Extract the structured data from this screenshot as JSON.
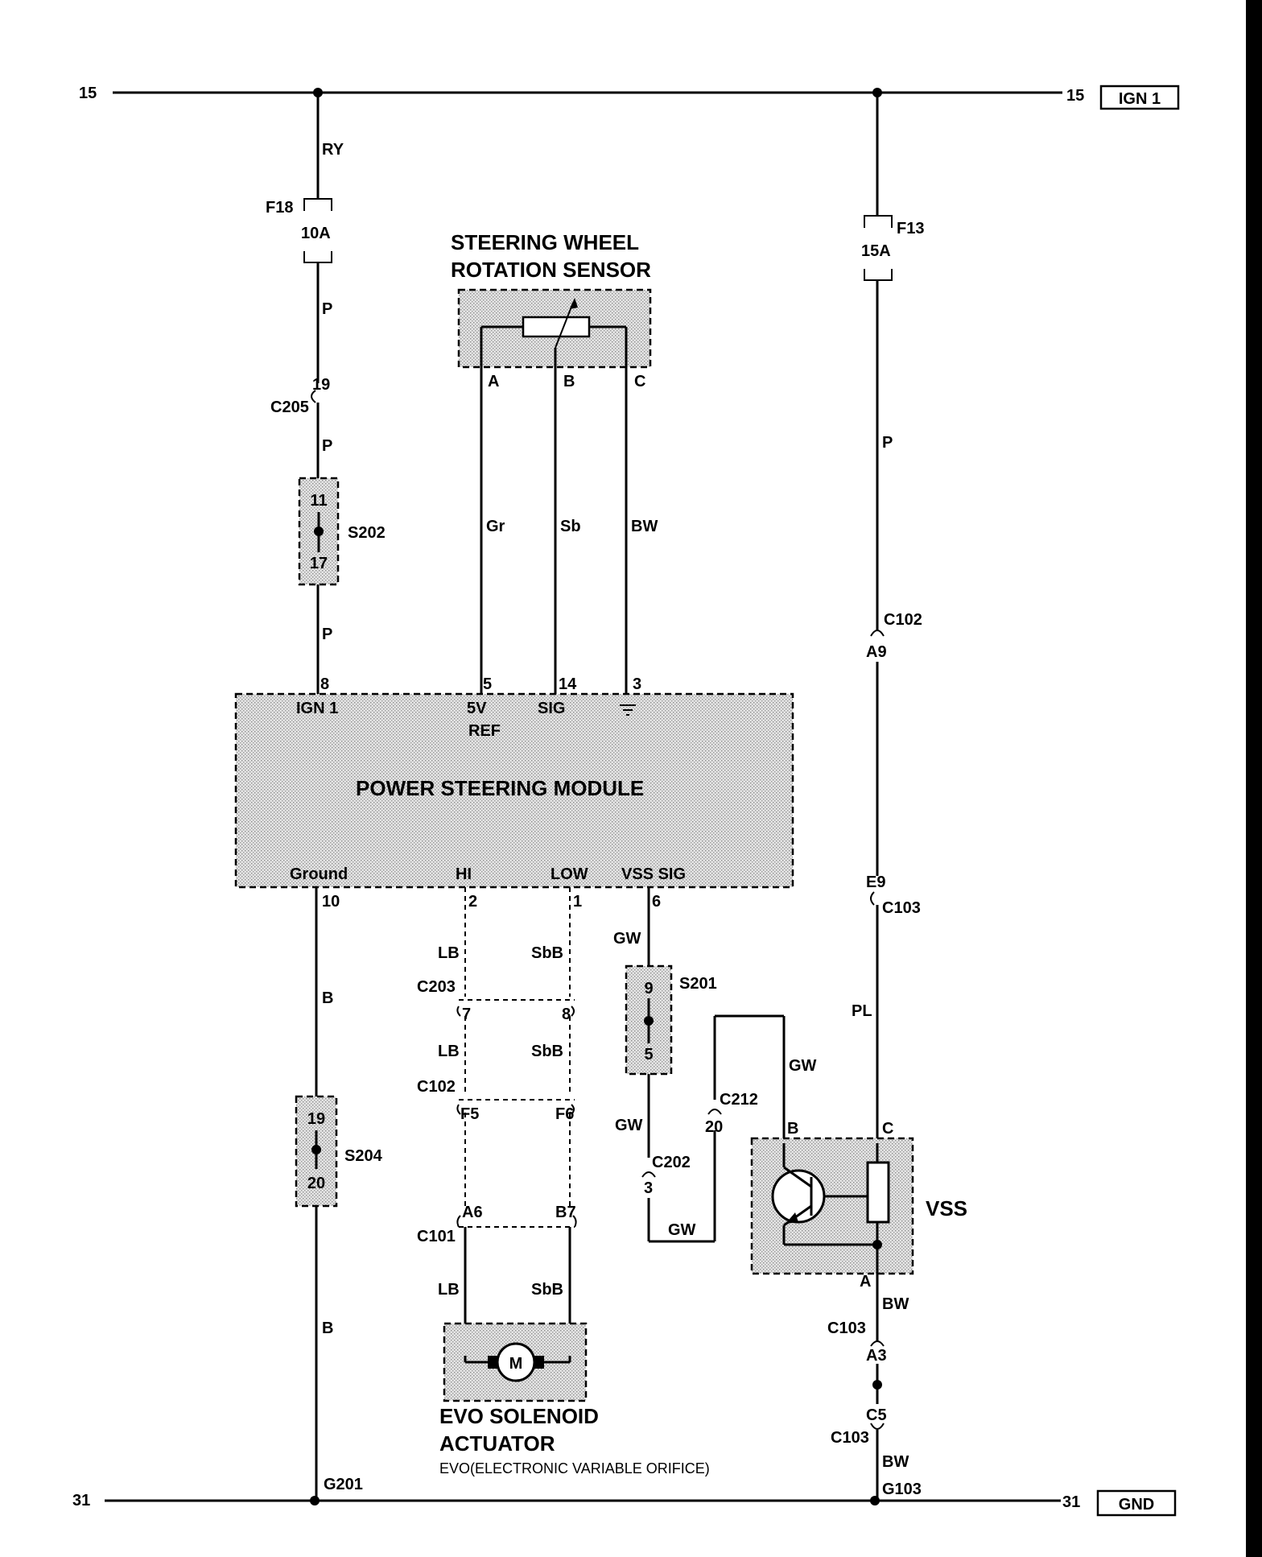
{
  "rails": {
    "top_left": "15",
    "top_right": "15",
    "top_box": "IGN 1",
    "bottom_left": "31",
    "bottom_right": "31",
    "bottom_box": "GND"
  },
  "left_branch": {
    "wire_ry": "RY",
    "fuse_name": "F18",
    "fuse_rating": "10A",
    "wire_p1": "P",
    "conn_pin": "19",
    "conn_name": "C205",
    "wire_p2": "P",
    "splice_top": "11",
    "splice_bottom": "17",
    "splice_name": "S202",
    "wire_p3": "P"
  },
  "right_branch": {
    "fuse_name": "F13",
    "fuse_rating": "15A",
    "wire_p": "P",
    "conn_c102": "C102",
    "conn_a9": "A9",
    "conn_e9": "E9",
    "conn_c103": "C103",
    "wire_pl": "PL"
  },
  "sensor": {
    "title_line1": "STEERING WHEEL",
    "title_line2": "ROTATION SENSOR",
    "pin_a": "A",
    "pin_b": "B",
    "pin_c": "C",
    "wire_a": "Gr",
    "wire_b": "Sb",
    "wire_c": "BW"
  },
  "module": {
    "title": "POWER STEERING MODULE",
    "pin_ign_num": "8",
    "pin_ign_label": "IGN 1",
    "pin_5v_num": "5",
    "pin_5v_label": "5V",
    "pin_ref_label": "REF",
    "pin_sig_num": "14",
    "pin_sig_label": "SIG",
    "pin_gnd_num": "3",
    "pin_ground_label": "Ground",
    "pin_ground_num": "10",
    "pin_hi_label": "HI",
    "pin_hi_num": "2",
    "pin_low_label": "LOW",
    "pin_low_num": "1",
    "pin_vss_label": "VSS SIG",
    "pin_vss_num": "6"
  },
  "ground_branch": {
    "wire_b1": "B",
    "splice_top": "19",
    "splice_bottom": "20",
    "splice_name": "S204",
    "wire_b2": "B",
    "ground_name": "G201"
  },
  "evo": {
    "wire_lb1": "LB",
    "wire_sbb1": "SbB",
    "conn_c203": "C203",
    "c203_pin7": "7",
    "c203_pin8": "8",
    "wire_lb2": "LB",
    "wire_sbb2": "SbB",
    "conn_c102": "C102",
    "c102_f5": "F5",
    "c102_f6": "F6",
    "c101_a6": "A6",
    "c101_b7": "B7",
    "conn_c101": "C101",
    "wire_lb3": "LB",
    "wire_sbb3": "SbB",
    "motor_symbol": "M",
    "title_line1": "EVO SOLENOID",
    "title_line2": "ACTUATOR",
    "subtitle": "EVO(ELECTRONIC VARIABLE ORIFICE)"
  },
  "vss_branch": {
    "wire_gw1": "GW",
    "splice_top": "9",
    "splice_bottom": "5",
    "splice_name": "S201",
    "wire_gw2": "GW",
    "conn_c202": "C202",
    "c202_pin": "3",
    "wire_gw3": "GW",
    "conn_c212": "C212",
    "c212_pin": "20",
    "wire_gw4": "GW"
  },
  "vss": {
    "title": "VSS",
    "pin_b": "B",
    "pin_c": "C",
    "pin_a": "A",
    "wire_bw1": "BW",
    "conn_c103_top": "C103",
    "pin_a3": "A3",
    "pin_c5": "C5",
    "conn_c103_bot": "C103",
    "wire_bw2": "BW",
    "ground_name": "G103"
  }
}
